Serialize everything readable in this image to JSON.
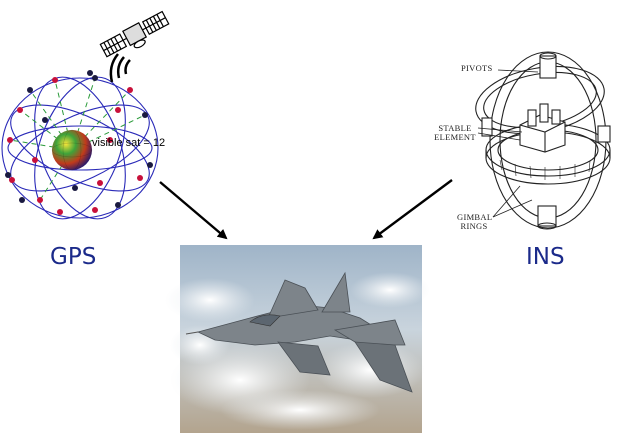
{
  "gps": {
    "label": "GPS",
    "visible_sat_text": "visible sat = 12"
  },
  "ins": {
    "label": "INS",
    "pivots_text": "PIVOTS",
    "stable_element_line1": "STABLE",
    "stable_element_line2": "ELEMENT",
    "gimbal_rings_line1": "GIMBAL",
    "gimbal_rings_line2": "RINGS"
  },
  "colors": {
    "label_blue": "#1b2a8a",
    "orbit_blue": "#2a2ab8",
    "orbit_green": "#2a9a3a",
    "sat_red": "#c8103a",
    "sat_dark": "#1a1a40"
  },
  "icons": [
    "satellite-icon",
    "signal-waves-icon",
    "earth-globe-icon",
    "gimbal-gyroscope-icon",
    "fighter-jet-photo"
  ]
}
